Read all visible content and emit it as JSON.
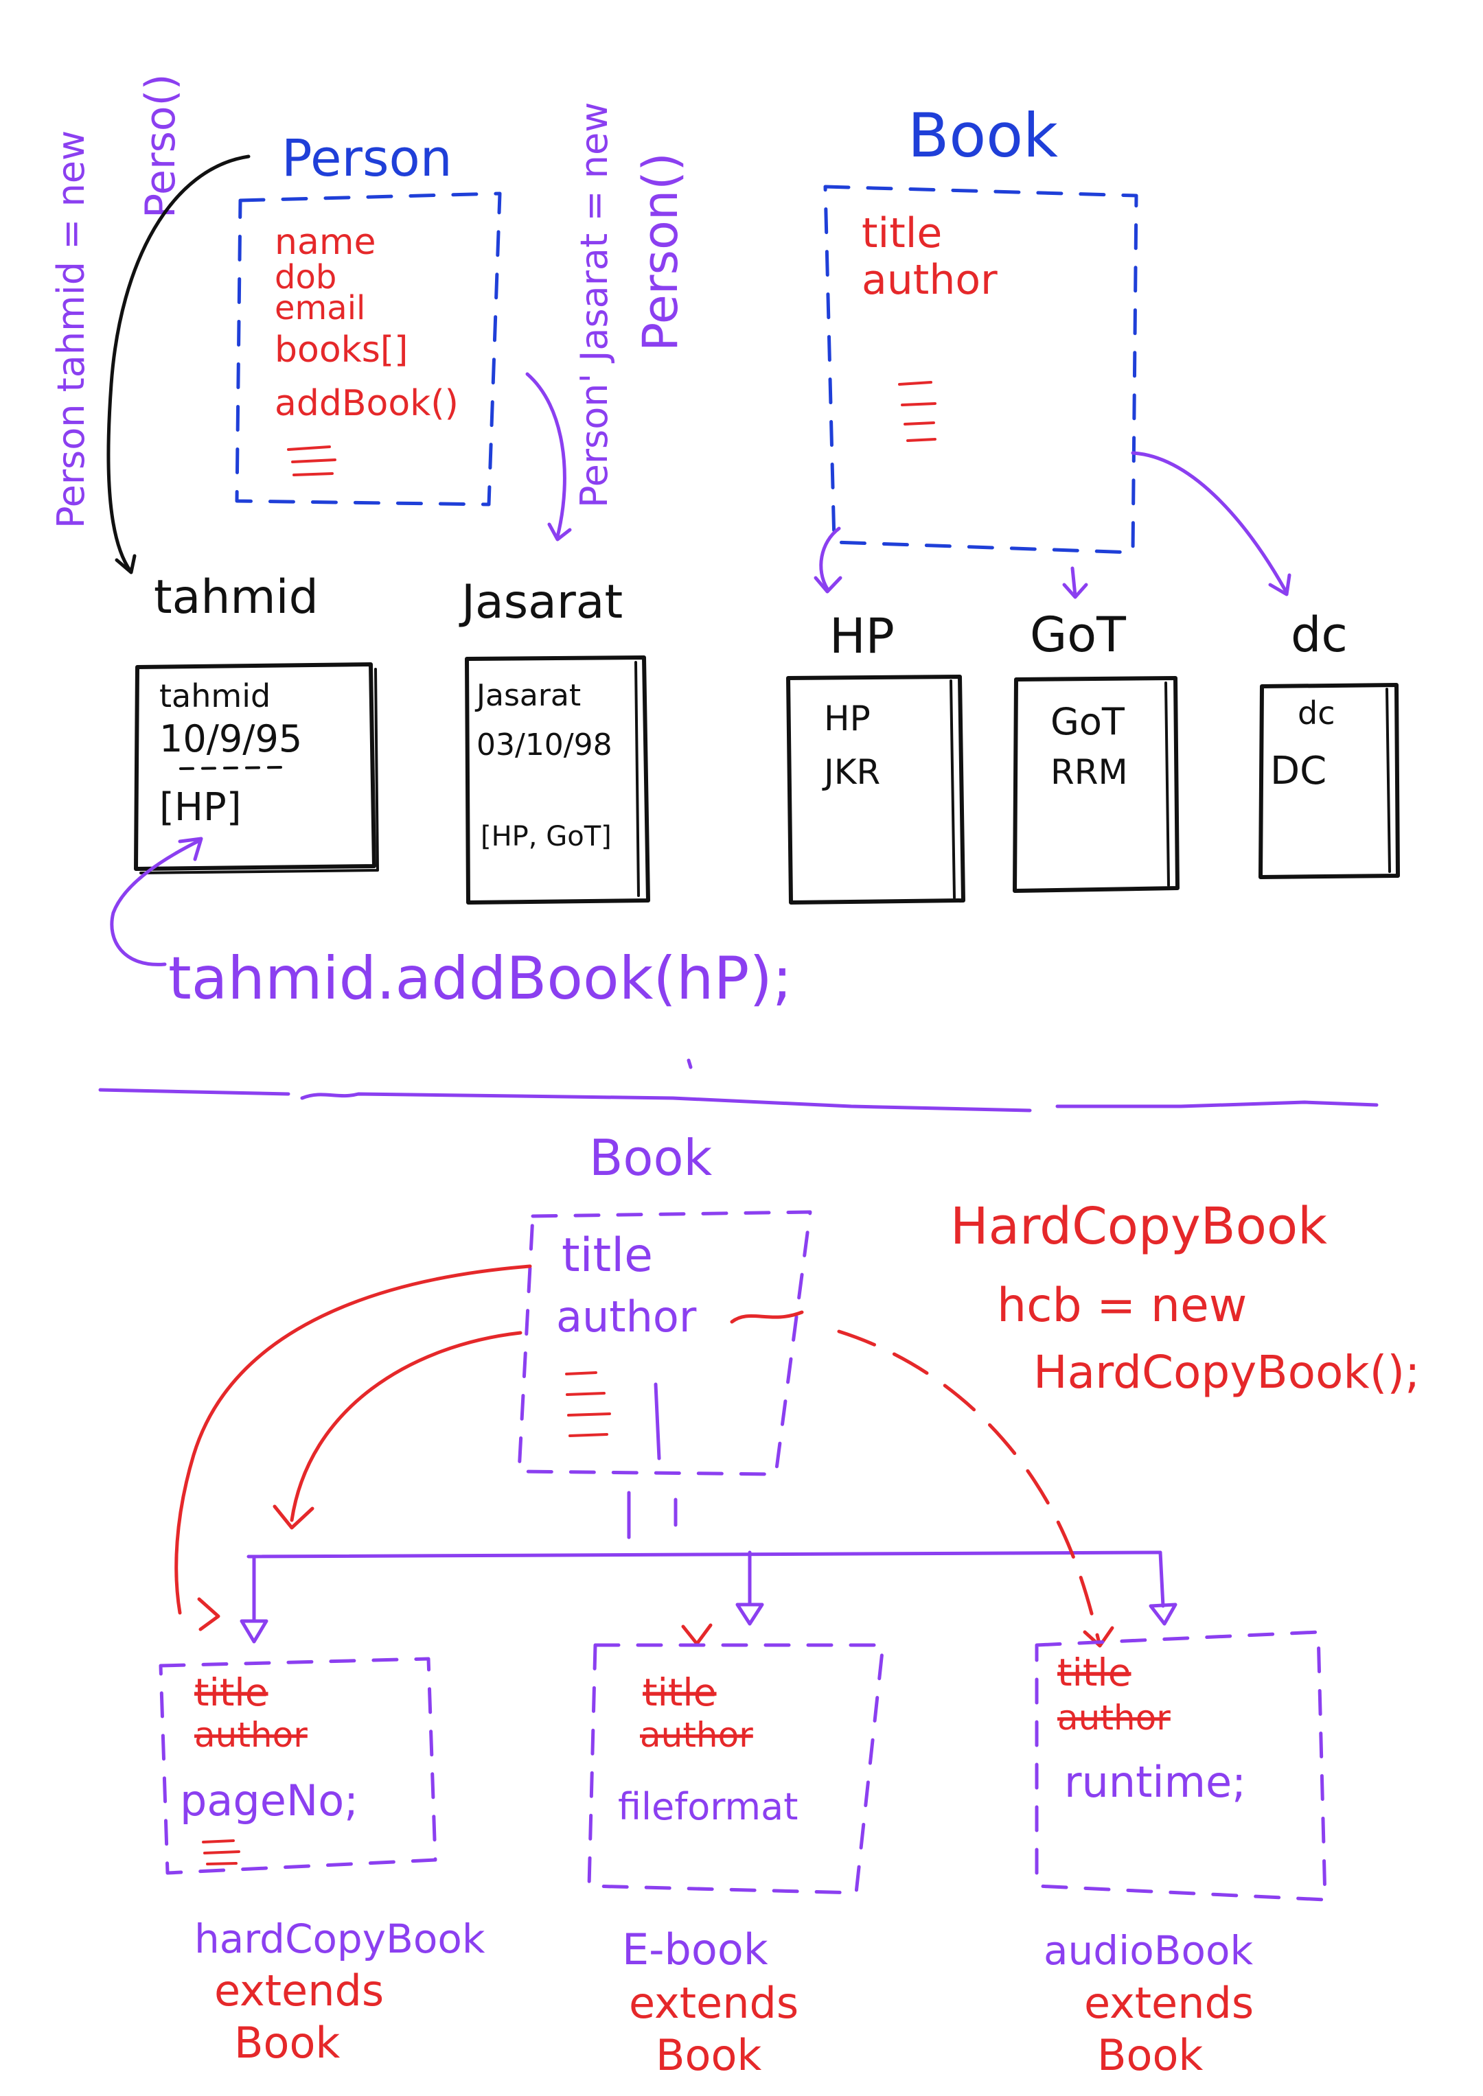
{
  "colors": {
    "blue": "#1f3fd8",
    "red": "#e5282a",
    "purple": "#8b3ff0",
    "black": "#111111",
    "background": "#ffffff"
  },
  "top": {
    "tahmid_declaration": {
      "line1": "Person tahmid = new",
      "line2": "Perso()"
    },
    "jasarat_declaration": {
      "line1": "Person' Jasarat = new",
      "line2": "Person()"
    },
    "person_class": {
      "title": "Person",
      "fields": [
        "name",
        "dob",
        "email",
        "books[]",
        "addBook()"
      ]
    },
    "book_class": {
      "title": "Book",
      "fields": [
        "title",
        "author"
      ]
    },
    "person_objects": [
      {
        "label": "tahmid",
        "lines": [
          "tahmid",
          "10/9/95",
          "[HP]"
        ]
      },
      {
        "label": "Jasarat",
        "lines": [
          "Jasarat",
          "03/10/98",
          "[HP, GoT]"
        ]
      }
    ],
    "book_objects": [
      {
        "label": "HP",
        "lines": [
          "HP",
          "JKR"
        ]
      },
      {
        "label": "GoT",
        "lines": [
          "GoT",
          "RRM"
        ]
      },
      {
        "label": "dc",
        "lines": [
          "dc",
          "DC"
        ]
      }
    ],
    "method_call": "tahmid.addBook(hP);"
  },
  "bottom": {
    "book_class": {
      "title": "Book",
      "fields": [
        "title",
        "author"
      ]
    },
    "instantiation": {
      "class_name": "HardCopyBook",
      "line1": "hcb = new",
      "line2": "HardCopyBook();"
    },
    "subclasses": [
      {
        "inherited": [
          "title",
          "author"
        ],
        "own_field": "pageNo;",
        "caption": [
          "hardCopyBook",
          "extends",
          "Book"
        ]
      },
      {
        "inherited": [
          "title",
          "author"
        ],
        "own_field": "fileformat",
        "caption": [
          "E-book",
          "extends",
          "Book"
        ]
      },
      {
        "inherited": [
          "title",
          "author"
        ],
        "own_field": "runtime;",
        "caption": [
          "audioBook",
          "extends",
          "Book"
        ]
      }
    ]
  }
}
